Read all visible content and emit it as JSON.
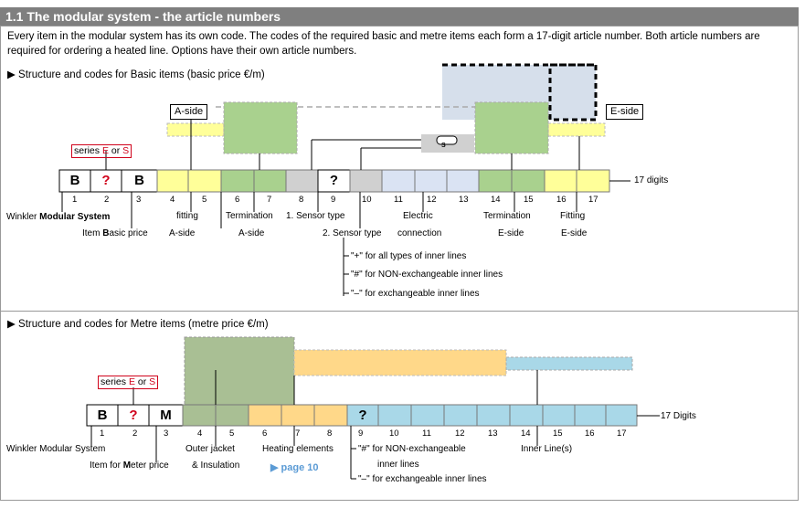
{
  "header": {
    "title": "1.1 The modular system - the article numbers"
  },
  "intro": {
    "text": "Every item in the modular system has its own code. The codes of the required basic and metre items each form a 17-digit article number. Both article numbers are required for ordering a heated line. Options have their own article numbers."
  },
  "basic": {
    "heading": "Structure and codes for Basic items (basic price €/m)",
    "a_side": "A-side",
    "e_side": "E-side",
    "series_prefix": "series ",
    "series_e": "E",
    "series_or": " or ",
    "series_s": "S",
    "sensor_letter": "S",
    "cells": [
      "B",
      "?",
      "B"
    ],
    "qmark": "?",
    "digits_label": "17 digits",
    "nums": [
      "1",
      "2",
      "3",
      "4",
      "5",
      "6",
      "7",
      "8",
      "9",
      "10",
      "11",
      "12",
      "13",
      "14",
      "15",
      "16",
      "17"
    ],
    "labels": {
      "winkler_pre": "Winkler ",
      "winkler_bold": "Modular System",
      "item_pre": "Item ",
      "item_bold": "B",
      "item_post": "asic price",
      "fitting": "fitting",
      "a_side": "A-side",
      "termination": "Termination",
      "a_side2": "A-side",
      "sensor1": "1. Sensor type",
      "sensor2": "2. Sensor type",
      "electric": "Electric",
      "connection": "connection",
      "termination_e": "Termination",
      "e_side": "E-side",
      "fitting_e": "Fitting",
      "e_side2": "E-side"
    },
    "legend": [
      "\"+\" for all types of inner lines",
      "\"#\" for NON-exchangeable inner lines",
      "\"–\" for exchangeable inner lines"
    ],
    "colors": {
      "yellow": "#ffff99",
      "green": "#a9d18e",
      "gray": "#d0d0d0",
      "blue": "#dae3f3",
      "lightblue_block": "#d6dfeb"
    }
  },
  "metre": {
    "heading": "Structure and codes for Metre items (metre price €/m)",
    "series_prefix": "series ",
    "series_e": "E",
    "series_or": " or ",
    "series_s": "S",
    "cells": [
      "B",
      "?",
      "M"
    ],
    "qmark": "?",
    "digits_label": "17 Digits",
    "nums": [
      "1",
      "2",
      "3",
      "4",
      "5",
      "6",
      "7",
      "8",
      "9",
      "10",
      "11",
      "12",
      "13",
      "14",
      "15",
      "16",
      "17"
    ],
    "labels": {
      "winkler": "Winkler Modular System",
      "item_pre": "Item for ",
      "item_bold": "M",
      "item_post": "eter price",
      "outer": "Outer jacket",
      "insulation": "& Insulation",
      "heating": "Heating elements",
      "page": "▶ page 10",
      "hash": "\"#\" for NON-exchangeable",
      "inner": "inner lines",
      "dash": "\"–\" for exchangeable inner lines",
      "innerline": "Inner Line(s)"
    },
    "colors": {
      "green": "#a9bf94",
      "orange": "#ffd889",
      "blue": "#a9d8e8"
    }
  }
}
